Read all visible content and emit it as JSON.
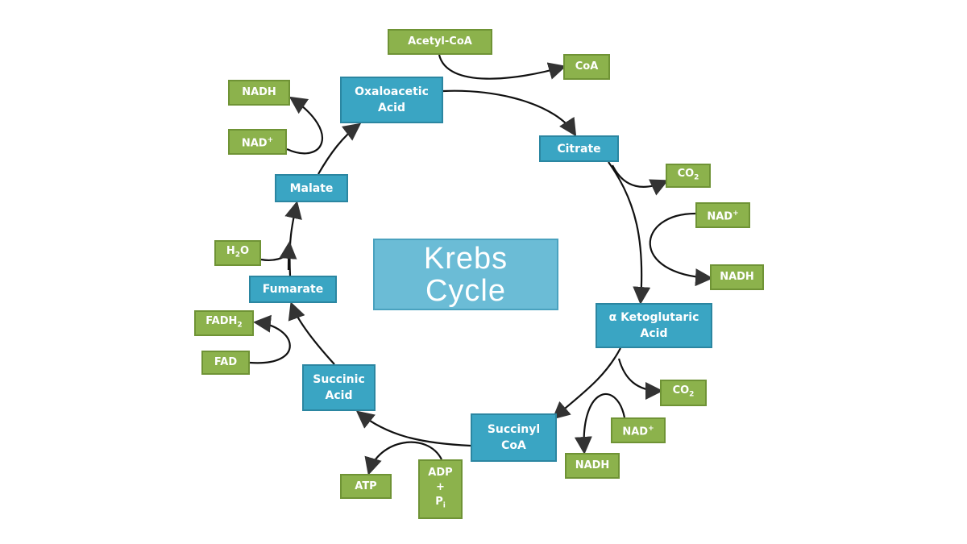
{
  "title": {
    "line1": "Krebs",
    "line2": "Cycle"
  },
  "molecules": {
    "acetyl_coa": "Acetyl-CoA",
    "coa": "CoA",
    "oxaloacetic": {
      "line1": "Oxaloacetic",
      "line2": "Acid"
    },
    "citrate": "Citrate",
    "ketoglutaric": {
      "line1": "α Ketoglutaric",
      "line2": "Acid"
    },
    "succinyl": {
      "line1": "Succinyl",
      "line2": "CoA"
    },
    "succinic": {
      "line1": "Succinic",
      "line2": "Acid"
    },
    "fumarate": "Fumarate",
    "malate": "Malate"
  },
  "cofactors": {
    "co2_1": {
      "base": "CO",
      "sub": "2"
    },
    "co2_2": {
      "base": "CO",
      "sub": "2"
    },
    "nad_1": {
      "base": "NAD",
      "sup": "+"
    },
    "nadh_1": "NADH",
    "nad_2": {
      "base": "NAD",
      "sup": "+"
    },
    "nadh_2": "NADH",
    "nad_3": {
      "base": "NAD",
      "sup": "+"
    },
    "nadh_3": "NADH",
    "adp": {
      "line1": "ADP",
      "line2": "+",
      "line3": "P",
      "line3_sub": "i"
    },
    "atp": "ATP",
    "fad": "FAD",
    "fadh2": {
      "base": "FADH",
      "sub": "2"
    },
    "h2o": {
      "base": "H",
      "sub": "2",
      "tail": "O"
    }
  },
  "colors": {
    "molecule": "#3aa5c3",
    "cofactor": "#8cb24c",
    "center": "#6bbcd6",
    "arrow": "#111111"
  }
}
